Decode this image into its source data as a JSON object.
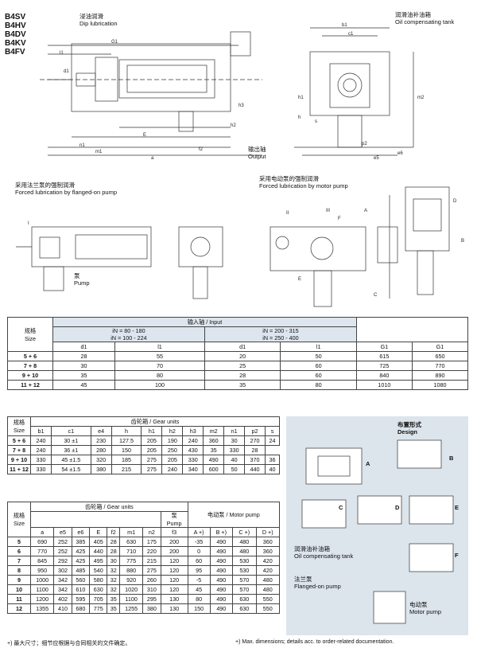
{
  "models": [
    "B4SV",
    "B4HV",
    "B4DV",
    "B4KV",
    "B4FV"
  ],
  "drawing": {
    "dip_cn": "浸油润滑",
    "dip_en": "Dip lubrication",
    "tank_cn": "润滑油补油箱",
    "tank_en": "Oil compensating tank",
    "output_cn": "输出轴",
    "output_en": "Output",
    "flanged_cn": "采用法兰泵的强制润滑",
    "flanged_en": "Forced lubrication by flanged-on pump",
    "motor_cn": "采用电动泵的强制润滑",
    "motor_en": "Forced lubrication by motor pump",
    "pump_cn": "泵",
    "pump_en": "Pump",
    "dims": [
      "G1",
      "d1",
      "l1",
      "m1",
      "n1",
      "E",
      "a",
      "f2",
      "h2",
      "h3",
      "b1",
      "c1",
      "h1",
      "h",
      "p2",
      "e6",
      "e5",
      "m2",
      "s",
      "A",
      "B",
      "C",
      "D",
      "E",
      "F",
      "I",
      "II",
      "III"
    ]
  },
  "input_table": {
    "header_cn_en": "输入轴 / Input",
    "size_cn": "规格",
    "size_en": "Size",
    "range1_a": "iN = 80 - 180",
    "range1_b": "iN = 100 - 224",
    "range2_a": "iN = 200 - 315",
    "range2_b": "iN = 250 - 400",
    "cols": [
      "d1",
      "l1",
      "d1",
      "l1",
      "G1",
      "G1"
    ],
    "rows": [
      {
        "size": "5 + 6",
        "v": [
          "28",
          "55",
          "20",
          "50",
          "615",
          "650"
        ]
      },
      {
        "size": "7 + 8",
        "v": [
          "30",
          "70",
          "25",
          "60",
          "725",
          "770"
        ]
      },
      {
        "size": "9 + 10",
        "v": [
          "35",
          "80",
          "28",
          "60",
          "840",
          "890"
        ]
      },
      {
        "size": "11 + 12",
        "v": [
          "45",
          "100",
          "35",
          "80",
          "1010",
          "1080"
        ]
      }
    ]
  },
  "gear_table1": {
    "header": "齿轮箱 / Gear units",
    "size_cn": "规格",
    "size_en": "Size",
    "cols": [
      "b1",
      "c1",
      "e4",
      "h",
      "h1",
      "h2",
      "h3",
      "m2",
      "n1",
      "p2",
      "s"
    ],
    "rows": [
      {
        "size": "5 + 6",
        "v": [
          "240",
          "30 ±1",
          "230",
          "127.5",
          "205",
          "190",
          "240",
          "360",
          "30",
          "270",
          "24"
        ]
      },
      {
        "size": "7 + 8",
        "v": [
          "240",
          "36 ±1",
          "280",
          "150",
          "205",
          "250",
          "430",
          "35",
          "330",
          "28"
        ]
      },
      {
        "size": "9 + 10",
        "v": [
          "330",
          "45 ±1.5",
          "320",
          "185",
          "275",
          "205",
          "330",
          "490",
          "40",
          "370",
          "36"
        ]
      },
      {
        "size": "11 + 12",
        "v": [
          "330",
          "54 ±1.5",
          "380",
          "215",
          "275",
          "240",
          "340",
          "600",
          "50",
          "440",
          "40"
        ]
      }
    ]
  },
  "gear_table2": {
    "header": "齿轮箱 / Gear units",
    "pump_header": "电动泵 / Motor pump",
    "size_cn": "规格",
    "size_en": "Size",
    "pump_cn": "泵",
    "pump_en": "Pump",
    "cols": [
      "a",
      "e5",
      "e6",
      "E",
      "f2",
      "m1",
      "n2",
      "f3",
      "A +)",
      "B +)",
      "C +)",
      "D +)"
    ],
    "rows": [
      {
        "size": "5",
        "v": [
          "690",
          "252",
          "385",
          "405",
          "28",
          "630",
          "175",
          "200",
          "-35",
          "490",
          "480",
          "360"
        ]
      },
      {
        "size": "6",
        "v": [
          "770",
          "252",
          "425",
          "440",
          "28",
          "710",
          "220",
          "200",
          "0",
          "490",
          "480",
          "360"
        ]
      },
      {
        "size": "7",
        "v": [
          "845",
          "292",
          "425",
          "495",
          "30",
          "775",
          "215",
          "120",
          "60",
          "490",
          "530",
          "420"
        ]
      },
      {
        "size": "8",
        "v": [
          "950",
          "302",
          "485",
          "540",
          "32",
          "880",
          "275",
          "120",
          "95",
          "490",
          "530",
          "420"
        ]
      },
      {
        "size": "9",
        "v": [
          "1000",
          "342",
          "560",
          "580",
          "32",
          "920",
          "260",
          "120",
          "-5",
          "490",
          "570",
          "480"
        ]
      },
      {
        "size": "10",
        "v": [
          "1100",
          "342",
          "610",
          "630",
          "32",
          "1020",
          "310",
          "120",
          "45",
          "490",
          "570",
          "480"
        ]
      },
      {
        "size": "11",
        "v": [
          "1200",
          "402",
          "595",
          "705",
          "35",
          "1100",
          "295",
          "130",
          "80",
          "490",
          "630",
          "550"
        ]
      },
      {
        "size": "12",
        "v": [
          "1355",
          "410",
          "680",
          "775",
          "35",
          "1255",
          "380",
          "130",
          "150",
          "490",
          "630",
          "550"
        ]
      }
    ]
  },
  "design": {
    "title_cn": "布置形式",
    "title_en": "Design",
    "tank_cn": "润滑油补油箱",
    "tank_en": "Oil compensating tank",
    "pump_cn": "法兰泵",
    "pump_en": "Flanged-on pump",
    "motor_cn": "电动泵",
    "motor_en": "Motor pump",
    "labels": [
      "A",
      "B",
      "C",
      "D",
      "E",
      "F"
    ]
  },
  "footnotes": {
    "cn": "+) 最大尺寸；细节应根据与合同相关的文件确定。",
    "en": "+) Max. dimensions; details acc. to order-related documentation."
  }
}
